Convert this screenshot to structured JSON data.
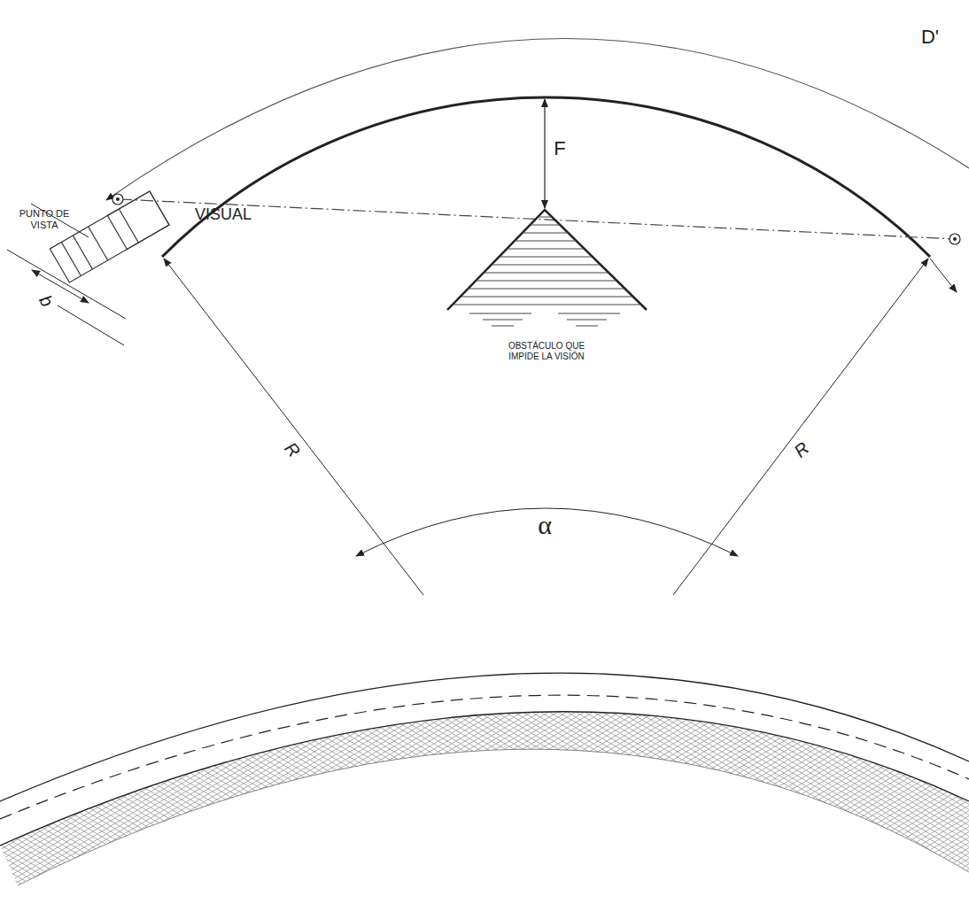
{
  "diagram": {
    "labels": [
      "D'",
      "PUNTO DE VISTA",
      "F",
      "VISUAL",
      "b",
      "OBSTÁCULO QUE IMPIDE LA VISIÓN",
      "R",
      "α",
      "R"
    ]
  }
}
